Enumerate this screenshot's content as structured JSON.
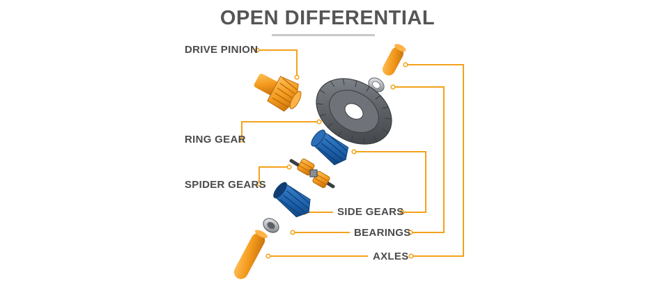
{
  "title": "OPEN DIFFERENTIAL",
  "colors": {
    "leader": "#f3a21b",
    "orange_part": "#f39a1e",
    "blue_part": "#1a5ea8",
    "ring_gear": "#5d6166",
    "text": "#4a4a4a"
  },
  "labels": {
    "drive_pinion": "DRIVE PINION",
    "ring_gear": "RING GEAR",
    "spider_gears": "SPIDER GEARS",
    "side_gears": "SIDE GEARS",
    "bearings": "BEARINGS",
    "axles": "AXLES"
  }
}
